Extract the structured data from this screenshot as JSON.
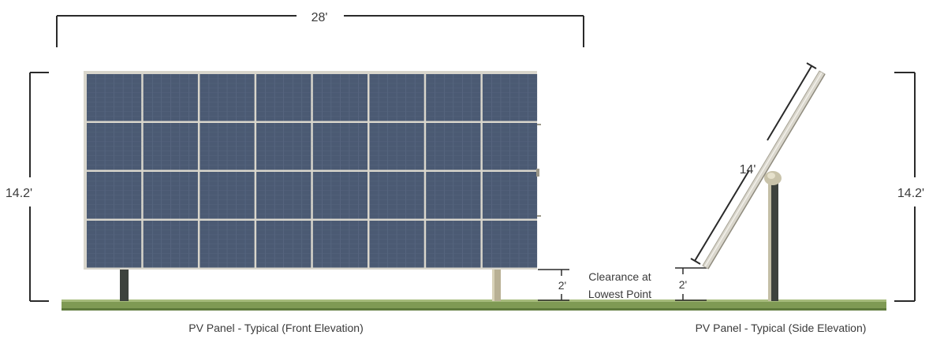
{
  "dimensions": {
    "width": "28'",
    "left_height": "14.2'",
    "right_height": "14.2'",
    "panel_length": "14'",
    "front_clearance": "2'",
    "side_clearance": "2'"
  },
  "clearance_note": {
    "line1": "Clearance at",
    "line2": "Lowest Point"
  },
  "captions": {
    "front": "PV Panel - Typical (Front Elevation)",
    "side": "PV Panel - Typical (Side Elevation)"
  },
  "colors": {
    "panel": "#4b5a73",
    "frame": "#d9d6cc",
    "ground": "#7f9a54",
    "dark_post": "#3d423d",
    "light_post": "#b8b094",
    "dim_line": "#2a2a2a"
  }
}
